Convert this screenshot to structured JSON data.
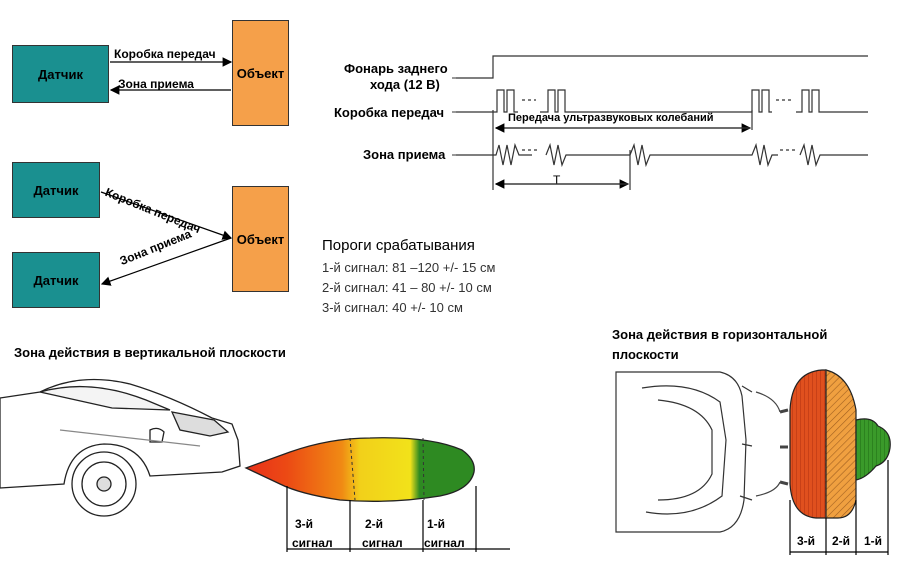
{
  "top_diagram1": {
    "sensor": "Датчик",
    "object": "Объект",
    "transmit_label": "Коробка передач",
    "receive_label": "Зона приема"
  },
  "top_diagram2": {
    "sensor_top": "Датчик",
    "sensor_bottom": "Датчик",
    "object": "Объект",
    "transmit_label": "Коробка передач",
    "receive_label": "Зона приема"
  },
  "timing": {
    "reverse_lamp_line1": "Фонарь заднего",
    "reverse_lamp_line2": "хода (12 В)",
    "gearbox": "Коробка передач",
    "receive_zone": "Зона приема",
    "transmission_label": "Передача ультразвуковых колебаний",
    "period": "T"
  },
  "thresholds": {
    "title": "Пороги срабатывания",
    "lines": [
      "1-й сигнал: 81 –120 +/- 15 см",
      "2-й сигнал: 41 – 80 +/- 10 см",
      "3-й сигнал: 40 +/- 10 см"
    ]
  },
  "vertical_zone": {
    "title": "Зона действия в вертикальной плоскости",
    "signals": [
      {
        "num": "3-й",
        "word": "сигнал"
      },
      {
        "num": "2-й",
        "word": "сигнал"
      },
      {
        "num": "1-й",
        "word": "сигнал"
      }
    ]
  },
  "horizontal_zone": {
    "title_line1": "Зона действия в горизонтальной",
    "title_line2": "плоскости",
    "signals": [
      "3-й",
      "2-й",
      "1-й"
    ]
  },
  "colors": {
    "sensor_box": "#1a9090",
    "object_box": "#f5a04a",
    "zone_red": "#e8301a",
    "zone_orange": "#f07a10",
    "zone_yellow": "#f2e21a",
    "zone_green": "#2e8a22"
  }
}
